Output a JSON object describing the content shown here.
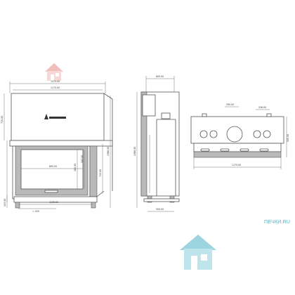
{
  "front_view": {
    "overall_width": "1375.00",
    "inner_width": "1175.00",
    "glass_width": "895.00",
    "bottom_width": "1125.00",
    "offset_label": "≈ 450",
    "height_left": "715.00",
    "total_height": "1366.00",
    "door_height": "543.00",
    "glass_height": "161.00",
    "lift_height": "723.00",
    "foot_height": "443.00",
    "brand_logo": "flame-logo"
  },
  "side_view": {
    "top_width": "600.00",
    "total_height": "1366.00",
    "bottom_width": "500.00"
  },
  "top_view": {
    "left_dim": "290.00",
    "right_dim": "226.00",
    "depth_dim": "545.00",
    "width_dim": "1175.00"
  },
  "watermarks": {
    "small_brand_text": "ПЕЧКИ.RU",
    "house_icon_color_top": "#e88a87",
    "house_icon_color_bottom": "#7cc6d6"
  }
}
